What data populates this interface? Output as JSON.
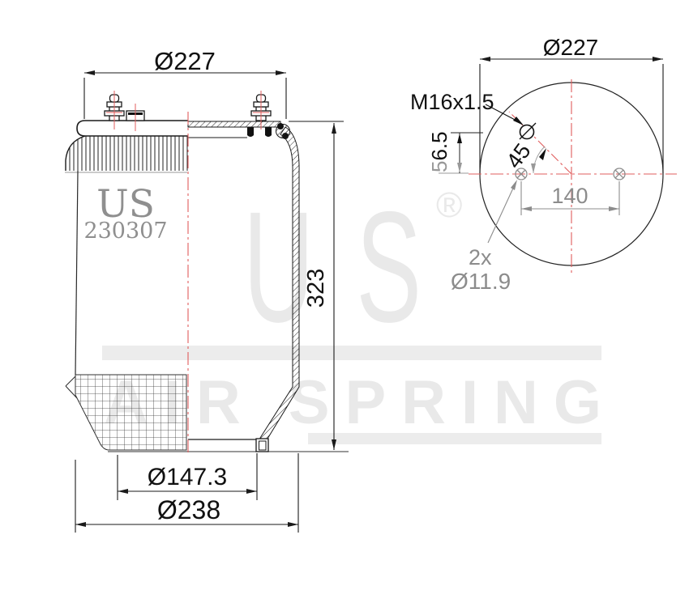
{
  "drawing": {
    "side_view": {
      "dim_top_diameter": "Ø227",
      "dim_height": "323",
      "dim_piston_diameter": "Ø147.3",
      "dim_base_diameter": "Ø238",
      "marking_brand": "US",
      "marking_part_number": "230307"
    },
    "top_view": {
      "dim_diameter": "Ø227",
      "thread_callout": "M16x1.5",
      "dim_offset_first": "5",
      "dim_offset_rest": "6.5",
      "dim_angle": "45",
      "dim_hole_spacing": "140",
      "hole_count": "2x",
      "hole_diameter": "Ø11.9"
    },
    "watermark": {
      "brand": "US",
      "registered": "®",
      "name": "AIR SPRING"
    },
    "colors": {
      "line_black": "#1a1a1a",
      "centerline_red": "#e05c5c",
      "secondary_gray": "#8c8c8c",
      "watermark_gray": "#e9e9e9",
      "marking_gray": "#8f8f8f"
    }
  }
}
